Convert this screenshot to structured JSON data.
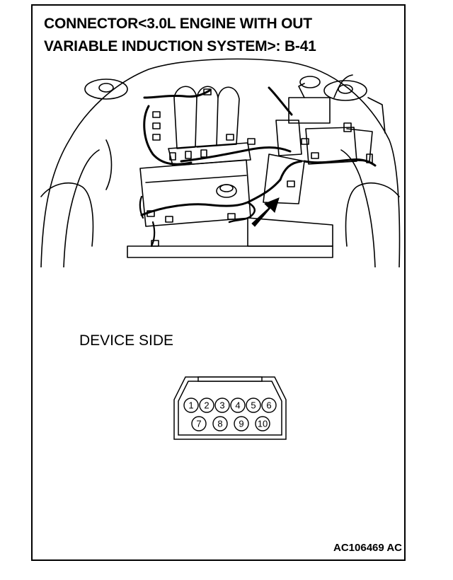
{
  "title": {
    "line1": "CONNECTOR<3.0L ENGINE WITH OUT",
    "line2": "VARIABLE INDUCTION SYSTEM>: B-41"
  },
  "device_side_label": "DEVICE SIDE",
  "connector": {
    "pins_top": [
      "1",
      "2",
      "3",
      "4",
      "5",
      "6"
    ],
    "pins_bottom": [
      "7",
      "8",
      "9",
      "10"
    ]
  },
  "figure_code": "AC106469 AC",
  "icons": [
    "engine-bay-illustration",
    "locator-arrow-icon",
    "connector-face-icon"
  ]
}
